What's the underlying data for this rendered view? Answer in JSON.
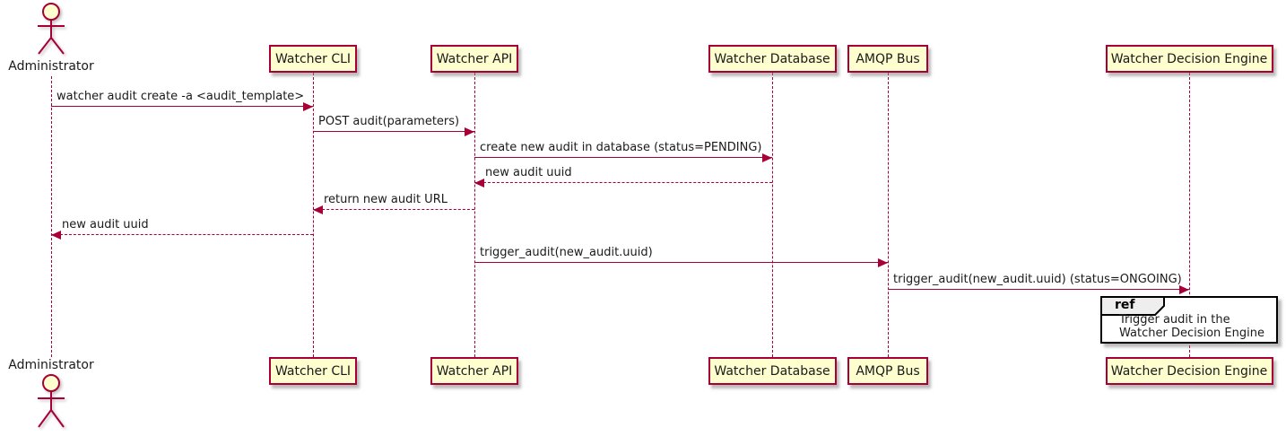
{
  "diagram": {
    "kind": "sequence-diagram",
    "participants": [
      {
        "id": "admin",
        "label": "Administrator",
        "type": "actor"
      },
      {
        "id": "cli",
        "label": "Watcher CLI",
        "type": "participant"
      },
      {
        "id": "api",
        "label": "Watcher API",
        "type": "participant"
      },
      {
        "id": "db",
        "label": "Watcher Database",
        "type": "participant"
      },
      {
        "id": "amqp",
        "label": "AMQP Bus",
        "type": "participant"
      },
      {
        "id": "wde",
        "label": "Watcher Decision Engine",
        "type": "participant"
      }
    ],
    "messages": [
      {
        "from": "admin",
        "to": "cli",
        "line": "solid",
        "label": "watcher audit create -a <audit_template>"
      },
      {
        "from": "cli",
        "to": "api",
        "line": "solid",
        "label": "POST audit(parameters)"
      },
      {
        "from": "api",
        "to": "db",
        "line": "solid",
        "label": "create new audit in database (status=PENDING)"
      },
      {
        "from": "db",
        "to": "api",
        "line": "dashed",
        "label": "new audit uuid"
      },
      {
        "from": "api",
        "to": "cli",
        "line": "dashed",
        "label": "return new audit URL"
      },
      {
        "from": "cli",
        "to": "admin",
        "line": "dashed",
        "label": "new audit uuid"
      },
      {
        "from": "api",
        "to": "amqp",
        "line": "solid",
        "label": "trigger_audit(new_audit.uuid)"
      },
      {
        "from": "amqp",
        "to": "wde",
        "line": "solid",
        "label": "trigger_audit(new_audit.uuid) (status=ONGOING)"
      }
    ],
    "ref": {
      "keyword": "ref",
      "over": "wde",
      "lines": [
        "Trigger audit in the",
        "Watcher Decision Engine"
      ]
    },
    "colors": {
      "accent": "#A80036",
      "participant_fill": "#FEFECE",
      "text": "#1a1a1a",
      "ref_border": "#000000",
      "ref_header_fill": "#EEEEEE",
      "background": "#FFFFFF"
    }
  }
}
